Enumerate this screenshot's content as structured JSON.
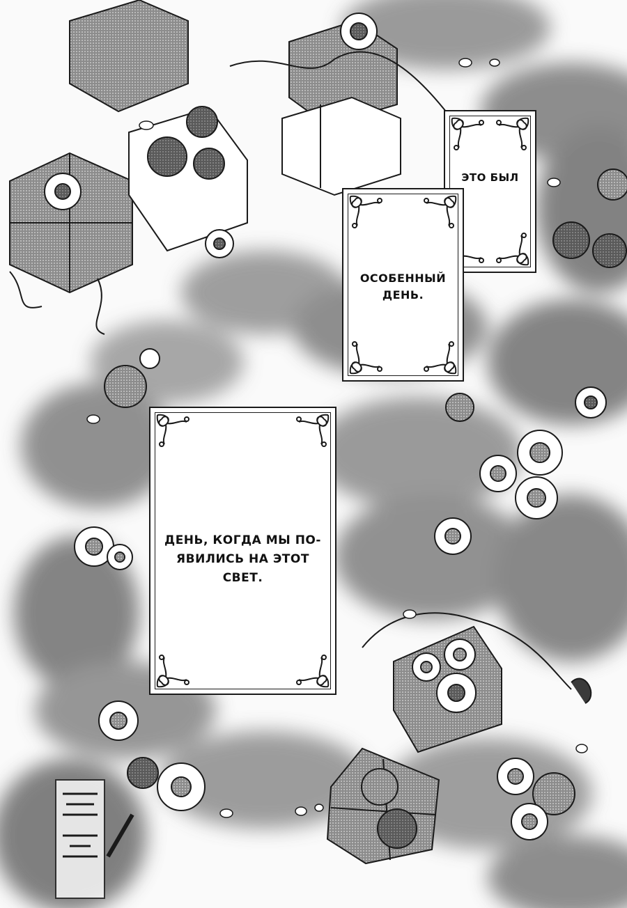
{
  "captions": {
    "frame_small": "ЭТО БЫЛ",
    "frame_medium_line1": "ОСОБЕННЫЙ",
    "frame_medium_line2": "ДЕНЬ.",
    "frame_large_line1": "ДЕНЬ, КОГДА МЫ ПО-",
    "frame_large_line2": "ЯВИЛИСЬ НА ЭТОТ",
    "frame_large_line3": "СВЕТ."
  },
  "colors": {
    "ink": "#1a1a1a",
    "screentone": "#7a7a7a",
    "paper": "#ffffff"
  }
}
